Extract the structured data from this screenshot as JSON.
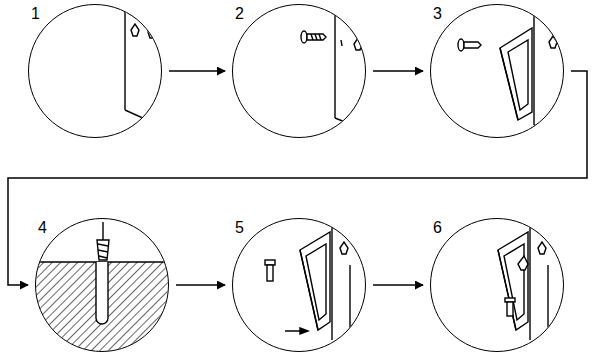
{
  "diagram": {
    "nodes": [
      {
        "text": [
          "1"
        ]
      },
      {
        "text": [
          "2"
        ]
      },
      {
        "text": [
          "3"
        ]
      },
      {
        "text": [
          "4"
        ]
      },
      {
        "text": [
          "5"
        ]
      },
      {
        "text": [
          "6"
        ]
      }
    ],
    "edges": [
      {
        "from": 0,
        "to": 1,
        "arrow": "to"
      },
      {
        "from": 1,
        "to": 2,
        "arrow": "to"
      },
      {
        "from": 2,
        "to": 3,
        "arrow": "to"
      },
      {
        "from": 3,
        "to": 4,
        "arrow": "to"
      },
      {
        "from": 4,
        "to": 5,
        "arrow": "to"
      }
    ]
  }
}
